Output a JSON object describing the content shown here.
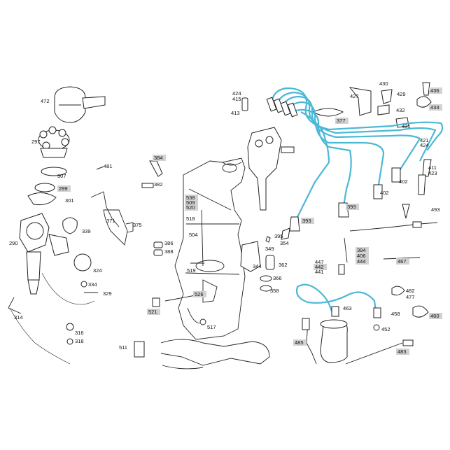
{
  "colors": {
    "highlight_wire": "#4bb8d6",
    "callout_box": "#d2d2d2",
    "line": "#222222"
  },
  "callouts": [
    {
      "text": "472",
      "hl": false
    },
    {
      "text": "297",
      "hl": false
    },
    {
      "text": "307",
      "hl": false
    },
    {
      "text": "299",
      "hl": true
    },
    {
      "text": "301",
      "hl": false
    },
    {
      "text": "339",
      "hl": false
    },
    {
      "text": "290",
      "hl": false
    },
    {
      "text": "324",
      "hl": false
    },
    {
      "text": "334",
      "hl": false
    },
    {
      "text": "329",
      "hl": false
    },
    {
      "text": "314",
      "hl": false
    },
    {
      "text": "316",
      "hl": false
    },
    {
      "text": "318",
      "hl": false
    },
    {
      "text": "481",
      "hl": false
    },
    {
      "text": "382",
      "hl": false
    },
    {
      "text": "384",
      "hl": true
    },
    {
      "text": "371",
      "hl": false
    },
    {
      "text": "375",
      "hl": false
    },
    {
      "text": "386",
      "hl": false
    },
    {
      "text": "388",
      "hl": false
    },
    {
      "text": "521",
      "hl": true
    },
    {
      "text": "511",
      "hl": false
    },
    {
      "text": "538",
      "hl": true
    },
    {
      "text": "509",
      "hl": true
    },
    {
      "text": "520",
      "hl": true
    },
    {
      "text": "518",
      "hl": false
    },
    {
      "text": "504",
      "hl": false
    },
    {
      "text": "519",
      "hl": false
    },
    {
      "text": "526",
      "hl": true
    },
    {
      "text": "517",
      "hl": false
    },
    {
      "text": "424",
      "hl": false
    },
    {
      "text": "415",
      "hl": false
    },
    {
      "text": "413",
      "hl": false
    },
    {
      "text": "377",
      "hl": true
    },
    {
      "text": "427",
      "hl": false
    },
    {
      "text": "430",
      "hl": false
    },
    {
      "text": "429",
      "hl": false
    },
    {
      "text": "432",
      "hl": false
    },
    {
      "text": "431",
      "hl": false
    },
    {
      "text": "436",
      "hl": true
    },
    {
      "text": "433",
      "hl": true
    },
    {
      "text": "421",
      "hl": false
    },
    {
      "text": "424",
      "hl": false
    },
    {
      "text": "411",
      "hl": false
    },
    {
      "text": "423",
      "hl": false
    },
    {
      "text": "402",
      "hl": false
    },
    {
      "text": "402",
      "hl": false
    },
    {
      "text": "393",
      "hl": true
    },
    {
      "text": "393",
      "hl": true
    },
    {
      "text": "493",
      "hl": false
    },
    {
      "text": "395",
      "hl": false
    },
    {
      "text": "354",
      "hl": false
    },
    {
      "text": "349",
      "hl": false
    },
    {
      "text": "344",
      "hl": false
    },
    {
      "text": "362",
      "hl": false
    },
    {
      "text": "366",
      "hl": false
    },
    {
      "text": "358",
      "hl": false
    },
    {
      "text": "394",
      "hl": true
    },
    {
      "text": "406",
      "hl": true
    },
    {
      "text": "444",
      "hl": true
    },
    {
      "text": "467",
      "hl": true
    },
    {
      "text": "447",
      "hl": false
    },
    {
      "text": "442",
      "hl": true
    },
    {
      "text": "441",
      "hl": false
    },
    {
      "text": "482",
      "hl": false
    },
    {
      "text": "477",
      "hl": false
    },
    {
      "text": "463",
      "hl": false
    },
    {
      "text": "458",
      "hl": false
    },
    {
      "text": "460",
      "hl": true
    },
    {
      "text": "452",
      "hl": false
    },
    {
      "text": "485",
      "hl": true
    },
    {
      "text": "483",
      "hl": true
    }
  ]
}
